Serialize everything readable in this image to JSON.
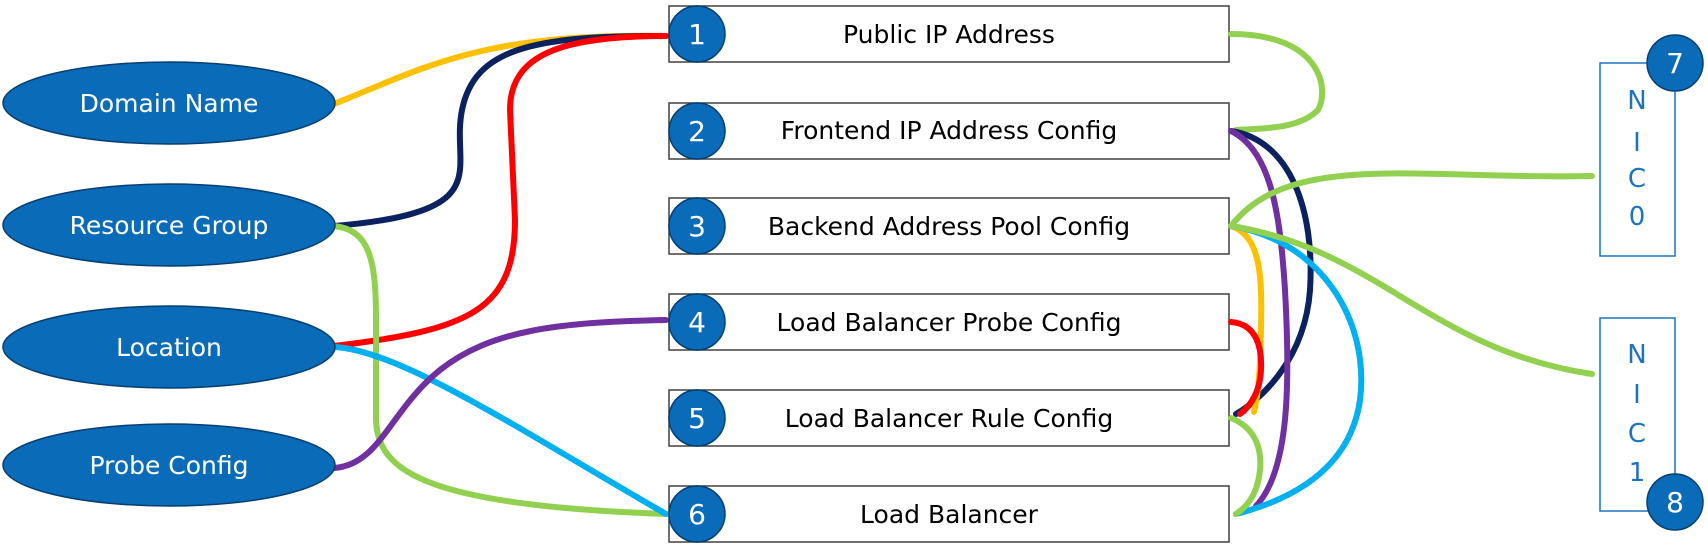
{
  "colors": {
    "blue_fill": "#0a6bb8",
    "box_border": "#404040",
    "nic_border": "#1c74bf",
    "yellow": "#ffc000",
    "navy": "#0b2160",
    "red": "#ff0000",
    "green": "#92d050",
    "purple": "#7030a0",
    "cyan": "#00b0f0"
  },
  "inputs": [
    {
      "label": "Domain Name"
    },
    {
      "label": "Resource Group"
    },
    {
      "label": "Location"
    },
    {
      "label": "Probe Config"
    }
  ],
  "resources": [
    {
      "number": "1",
      "label": "Public IP Address"
    },
    {
      "number": "2",
      "label": "Frontend IP Address Config"
    },
    {
      "number": "3",
      "label": "Backend Address Pool Config"
    },
    {
      "number": "4",
      "label": "Load Balancer Probe Config"
    },
    {
      "number": "5",
      "label": "Load Balancer Rule Config"
    },
    {
      "number": "6",
      "label": "Load Balancer"
    }
  ],
  "nics": [
    {
      "number": "7",
      "letters": [
        "N",
        "I",
        "C",
        "0"
      ]
    },
    {
      "number": "8",
      "letters": [
        "N",
        "I",
        "C",
        "1"
      ]
    }
  ],
  "connections": [
    {
      "from": "Domain Name",
      "to": "Public IP Address",
      "color": "yellow"
    },
    {
      "from": "Resource Group",
      "to": "Public IP Address",
      "color": "navy"
    },
    {
      "from": "Location",
      "to": "Public IP Address",
      "color": "red"
    },
    {
      "from": "Resource Group",
      "to": "Load Balancer",
      "color": "green"
    },
    {
      "from": "Location",
      "to": "Load Balancer",
      "color": "cyan"
    },
    {
      "from": "Probe Config",
      "to": "Load Balancer Probe Config",
      "color": "purple"
    },
    {
      "from": "Public IP Address",
      "to": "Frontend IP Address Config",
      "color": "green"
    },
    {
      "from": "Frontend IP Address Config",
      "to": "Load Balancer Rule Config",
      "color": "navy"
    },
    {
      "from": "Frontend IP Address Config",
      "to": "Load Balancer",
      "color": "purple"
    },
    {
      "from": "Backend Address Pool Config",
      "to": "Load Balancer Rule Config",
      "color": "yellow"
    },
    {
      "from": "Backend Address Pool Config",
      "to": "Load Balancer",
      "color": "cyan"
    },
    {
      "from": "Backend Address Pool Config",
      "to": "NIC0",
      "color": "green"
    },
    {
      "from": "Backend Address Pool Config",
      "to": "NIC1",
      "color": "green"
    },
    {
      "from": "Load Balancer Probe Config",
      "to": "Load Balancer Rule Config",
      "color": "red"
    },
    {
      "from": "Load Balancer Rule Config",
      "to": "Load Balancer",
      "color": "green"
    }
  ]
}
